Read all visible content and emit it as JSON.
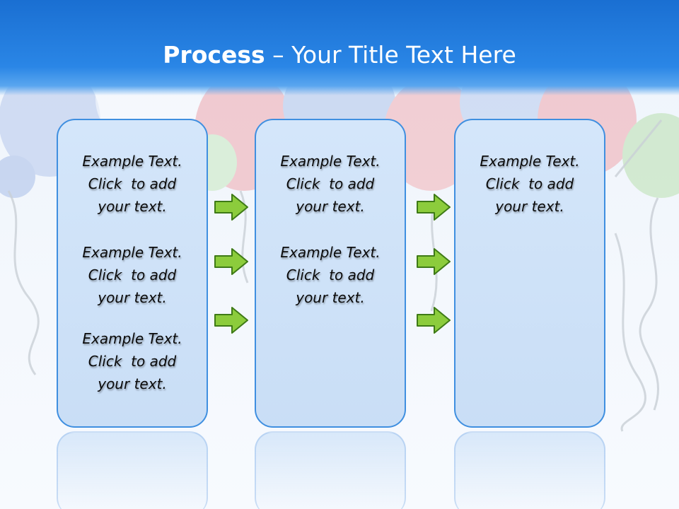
{
  "slide": {
    "title_bold": "Process",
    "title_rest": "– Your Title Text Here",
    "columns": [
      {
        "items": [
          {
            "line1": "Example Text.",
            "line2": "Click  to add",
            "line3": "your text."
          },
          {
            "line1": "Example Text.",
            "line2": "Click  to add",
            "line3": "your text."
          },
          {
            "line1": "Example Text.",
            "line2": "Click  to add",
            "line3": "your text."
          }
        ]
      },
      {
        "items": [
          {
            "line1": "Example Text.",
            "line2": "Click  to add",
            "line3": "your text."
          },
          {
            "line1": "Example Text.",
            "line2": "Click  to add",
            "line3": "your text."
          }
        ]
      },
      {
        "items": [
          {
            "line1": "Example Text.",
            "line2": "Click  to add",
            "line3": "your text."
          }
        ]
      }
    ],
    "colors": {
      "title_band": "#1f78dc",
      "box_border": "#3f8fe0",
      "box_fill": "#cfe3f8",
      "arrow_fill": "#8ccc3c",
      "arrow_border": "#3e7a16"
    }
  }
}
